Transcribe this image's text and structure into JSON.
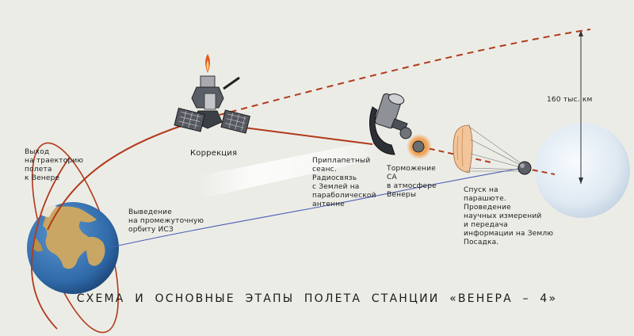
{
  "diagram": {
    "title": "СХЕМА И ОСНОВНЫЕ ЭТАПЫ ПОЛЕТА СТАНЦИИ «ВЕНЕРА – 4»",
    "distance_label": "160 тыс. км",
    "labels": {
      "exit_to_trajectory": "Выход\nна траекторию\nполета\nк Венере",
      "correction": "Коррекция",
      "orbit_insertion": "Выведение\nна промежуточную\nорбиту ИСЗ",
      "pre_landing_session": "Приплапетный\nсеанс.\nРадиосвязь\nс Землей на\nпараболической\nантенне",
      "braking": "Торможение\nСА\nв атмосфере\nВенеры",
      "parachute_descent": "Спуск на\nпарашюте.\nПроведение\nнаучных измерений\nи передача\nинформации на Землю\nПосадка."
    },
    "colors": {
      "background": "#ecece7",
      "trajectory": "#b03a1a",
      "radio_link": "#4a5fb5",
      "earth_ocean": "#2f69a8",
      "earth_land": "#c9a663",
      "venus": "#dfe9f2"
    }
  }
}
